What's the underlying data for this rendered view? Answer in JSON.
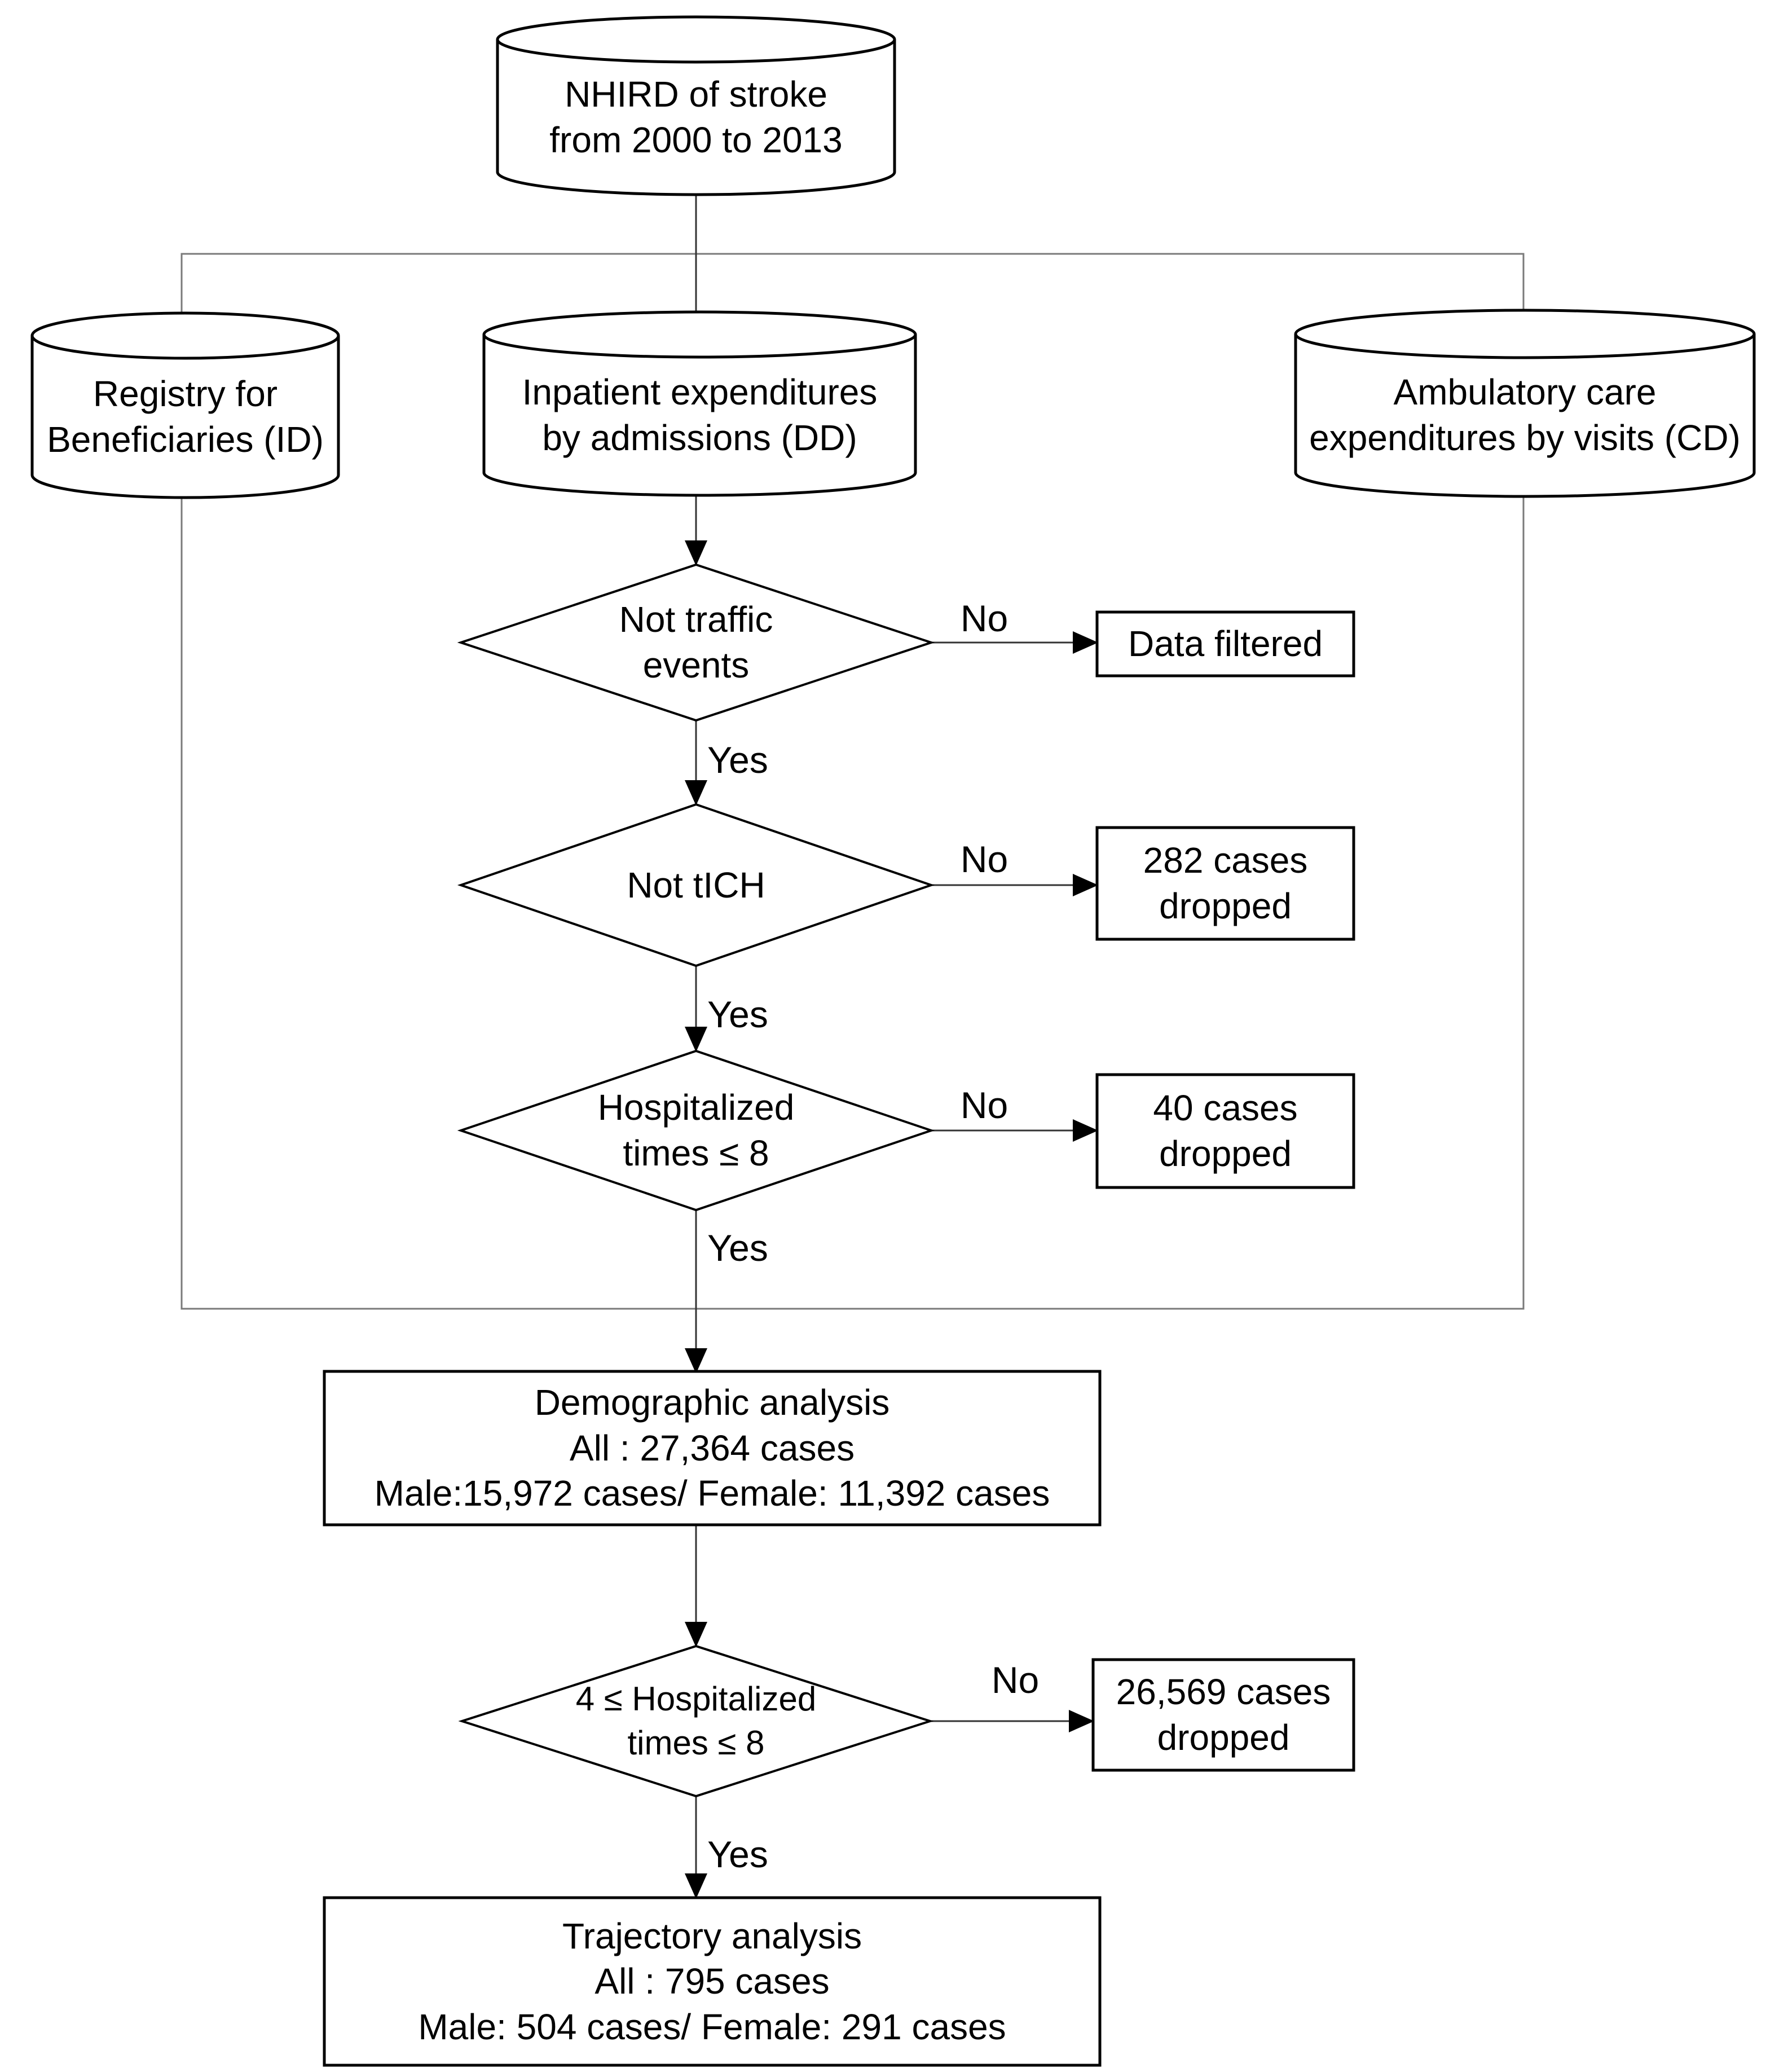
{
  "page": {
    "background": "#ffffff"
  },
  "flowchart": {
    "colors": {
      "background": "#ffffff",
      "shape_border": "#000000",
      "group_border": "#7a7a7a",
      "connector": "#333333",
      "text": "#000000"
    },
    "sources": {
      "nhird": {
        "lines": [
          "NHIRD of stroke",
          "from 2000 to 2013"
        ]
      },
      "registry": {
        "lines": [
          "Registry for",
          "Beneficiaries (ID)"
        ]
      },
      "inpatient": {
        "lines": [
          "Inpatient expenditures",
          "by admissions (DD)"
        ]
      },
      "ambulatory": {
        "lines": [
          "Ambulatory care",
          "expenditures by visits (CD)"
        ]
      }
    },
    "decisions": {
      "not_traffic": {
        "lines": [
          "Not traffic",
          "events"
        ]
      },
      "not_tich": {
        "lines": [
          "Not tICH"
        ]
      },
      "hosp_le8": {
        "lines": [
          "Hospitalized",
          "times ≤ 8"
        ]
      },
      "hosp_4to8": {
        "lines": [
          "4 ≤ Hospitalized",
          "times ≤ 8"
        ]
      }
    },
    "drop_boxes": {
      "data_filtered": {
        "lines": [
          "Data filtered"
        ]
      },
      "dropped_282": {
        "lines": [
          "282 cases",
          "dropped"
        ]
      },
      "dropped_40": {
        "lines": [
          "40 cases",
          "dropped"
        ]
      },
      "dropped_26569": {
        "lines": [
          "26,569 cases",
          "dropped"
        ]
      }
    },
    "analysis_boxes": {
      "demographic": {
        "lines": [
          "Demographic analysis",
          "All : 27,364 cases",
          "Male:15,972 cases/ Female: 11,392 cases"
        ]
      },
      "trajectory": {
        "lines": [
          "Trajectory analysis",
          "All : 795 cases",
          "Male: 504 cases/ Female: 291 cases"
        ]
      }
    },
    "edge_labels": {
      "yes": "Yes",
      "no": "No"
    }
  }
}
